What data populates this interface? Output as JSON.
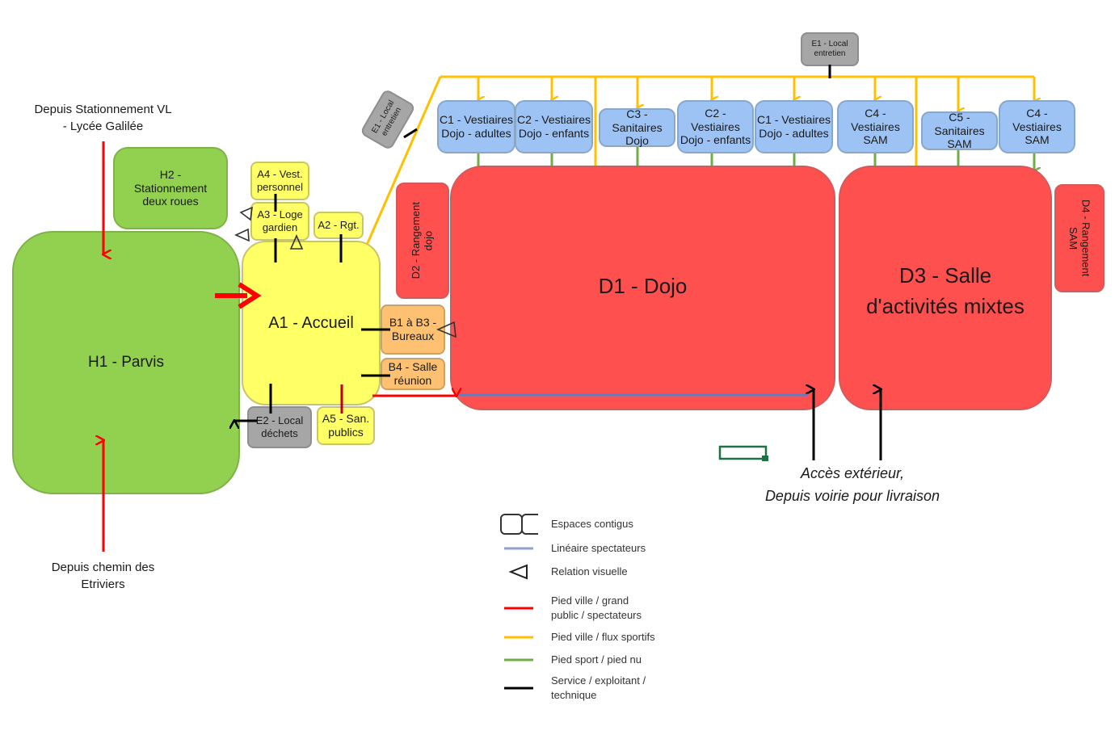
{
  "diagram": {
    "colors": {
      "green": "#92d050",
      "yellow": "#ffff66",
      "orange": "#fdc171",
      "red": "#ff5050",
      "blue": "#9dc3f4",
      "grey": "#a6a6a6",
      "flow_red": "#ff0000",
      "flow_yellow": "#ffc000",
      "flow_green": "#70ad47",
      "flow_black": "#000000",
      "spectator_blue": "#5b7fc7"
    },
    "zones": {
      "h1": "H1 - Parvis",
      "h2": "H2 -\nStationnement\ndeux roues",
      "a1": "A1 - Accueil",
      "a2": "A2 - Rgt.",
      "a3": "A3 - Loge\ngardien",
      "a4": "A4 - Vest.\npersonnel",
      "a5": "A5 - San.\npublics",
      "b13": "B1 à B3 -\nBureaux",
      "b4": "B4 - Salle\nréunion",
      "e2": "E2 - Local\ndéchets",
      "e1_top": "E1 - Local\nentretien",
      "e1_diag": "E1 - Local\nentretien",
      "d1": "D1 - Dojo",
      "d2": "D2 - Rangement\ndojo",
      "d3": "D3 - Salle\nd'activités mixtes",
      "d4": "D4 - Rangement\nSAM",
      "c_boxes": [
        "C1 - Vestiaires\nDojo - adultes",
        "C2 - Vestiaires\nDojo - enfants",
        "C3 - Sanitaires\nDojo",
        "C2 - Vestiaires\nDojo - enfants",
        "C1 - Vestiaires\nDojo - adultes",
        "C4 - Vestiaires\nSAM",
        "C5 - Sanitaires\nSAM",
        "C4 - Vestiaires\nSAM"
      ]
    },
    "annotations": {
      "from_parking": "Depuis Stationnement VL\n- Lycée Galilée",
      "from_path": "Depuis chemin des\nEtriviers",
      "external_access": "Accès extérieur,\nDepuis voirie pour livraison"
    },
    "legend": [
      {
        "symbol": "contiguous-spaces",
        "label": "Espaces contigus"
      },
      {
        "symbol": "blue-line",
        "label": "Linéaire spectateurs"
      },
      {
        "symbol": "eye-triangle",
        "label": "Relation visuelle"
      },
      {
        "symbol": "red-line",
        "label": "Pied ville / grand\npublic / spectateurs"
      },
      {
        "symbol": "yellow-line",
        "label": "Pied ville / flux sportifs"
      },
      {
        "symbol": "green-line",
        "label": "Pied sport / pied nu"
      },
      {
        "symbol": "black-line",
        "label": "Service / exploitant /\ntechnique"
      }
    ]
  }
}
